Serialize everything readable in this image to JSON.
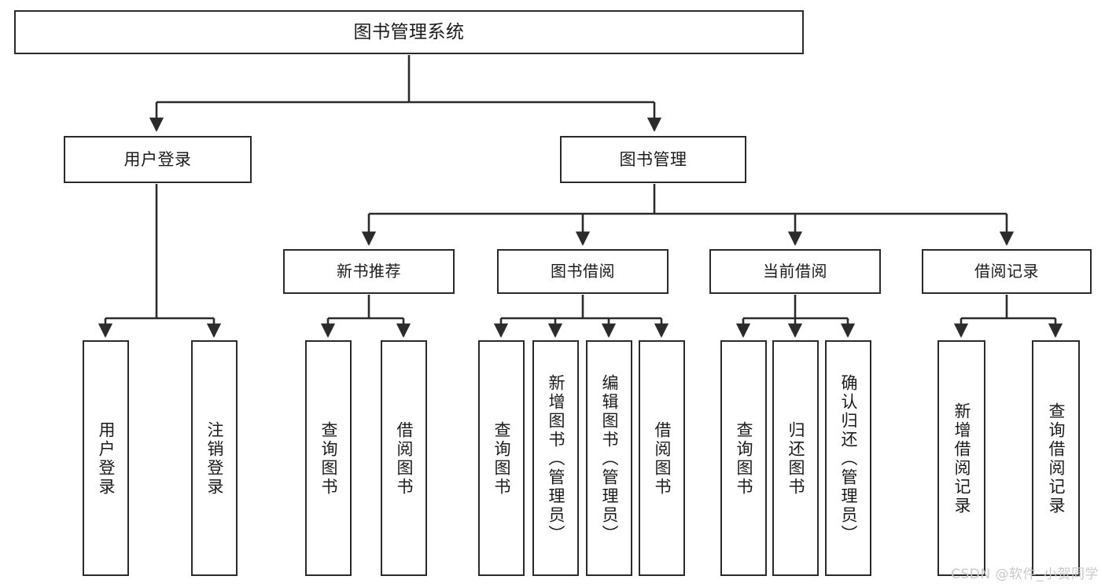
{
  "diagram": {
    "type": "tree-hierarchy-chart",
    "title": "图书管理系统",
    "stroke_color": "#2b2b2b",
    "fill_color": "#ffffff",
    "text_color": "#1b1b1b",
    "watermark": "CSDN @软件_小贺同学",
    "nodes": {
      "root": {
        "label": "图书管理系统"
      },
      "level2": [
        {
          "label": "用户登录"
        },
        {
          "label": "图书管理"
        }
      ],
      "level3": [
        {
          "label": "新书推荐"
        },
        {
          "label": "图书借阅"
        },
        {
          "label": "当前借阅"
        },
        {
          "label": "借阅记录"
        }
      ],
      "leaves": {
        "user_login_group": [
          {
            "label": "用户登录"
          },
          {
            "label": "注销登录"
          }
        ],
        "new_book_group": [
          {
            "label": "查询图书"
          },
          {
            "label": "借阅图书"
          }
        ],
        "borrow_group": [
          {
            "label": "查询图书"
          },
          {
            "label": "新增图书（管理员）"
          },
          {
            "label": "编辑图书（管理员）"
          },
          {
            "label": "借阅图书"
          }
        ],
        "current_borrow_group": [
          {
            "label": "查询图书"
          },
          {
            "label": "归还图书"
          },
          {
            "label": "确认归还（管理员）"
          }
        ],
        "record_group": [
          {
            "label": "新增借阅记录"
          },
          {
            "label": "查询借阅记录"
          }
        ]
      }
    }
  }
}
